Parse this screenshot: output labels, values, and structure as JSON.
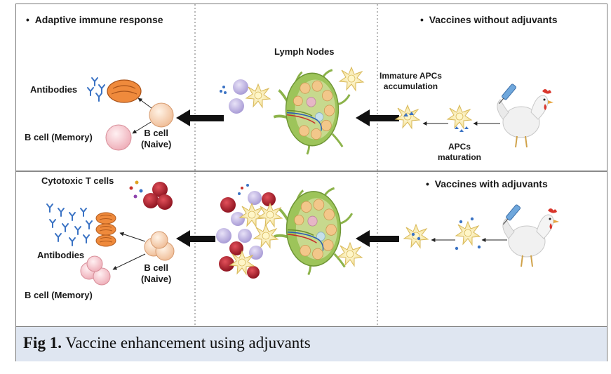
{
  "panels": {
    "top": {
      "adaptive_heading": "Adaptive immune response",
      "vaccine_heading": "Vaccines without adjuvants",
      "lymph_nodes": "Lymph Nodes",
      "antibodies": "Antibodies",
      "b_cell_memory": "B cell (Memory)",
      "b_cell_naive_1": "B cell",
      "b_cell_naive_2": "(Naive)",
      "immature_1": "Immature APCs",
      "immature_2": "accumulation",
      "apcs_1": "APCs",
      "apcs_2": "maturation"
    },
    "bottom": {
      "vaccine_heading": "Vaccines with adjuvants",
      "cytotoxic": "Cytotoxic T cells",
      "antibodies": "Antibodies",
      "b_cell_memory": "B cell (Memory)",
      "b_cell_naive_1": "B cell",
      "b_cell_naive_2": "(Naive)"
    }
  },
  "bullet": "•",
  "caption": {
    "label": "Fig 1.",
    "text": "Vaccine enhancement using adjuvants"
  },
  "colors": {
    "caption_bg": "#dfe6f1",
    "lymph_green": "#8cb34a",
    "apc_yellow": "#f7e7a1",
    "b_cell_peach": "#f4c9a8",
    "memory_pink": "#f2b8c0",
    "plasma_orange": "#e9873f",
    "cytotoxic_red": "#b3222e",
    "antigen_blue": "#3b73c4",
    "arrow_black": "#111111"
  }
}
